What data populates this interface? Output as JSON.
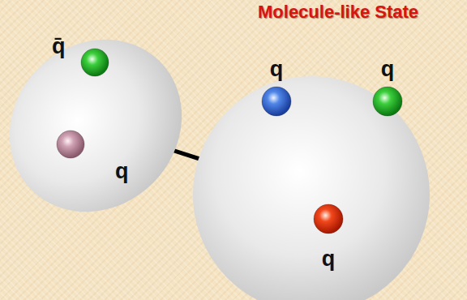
{
  "diagram": {
    "title": "Molecule-like State",
    "nodes": [
      {
        "text": []
      },
      {
        "text": [
          "q̄"
        ],
        "in": 0
      },
      {
        "text": [
          "q"
        ],
        "in": 0
      },
      {
        "text": []
      },
      {
        "text": [
          "q"
        ],
        "in": 3
      },
      {
        "text": [
          "q"
        ],
        "in": 3
      },
      {
        "text": [
          "q"
        ],
        "in": 3
      }
    ],
    "edges": [
      {
        "from": 0,
        "to": 3,
        "arrow": "none"
      }
    ]
  }
}
